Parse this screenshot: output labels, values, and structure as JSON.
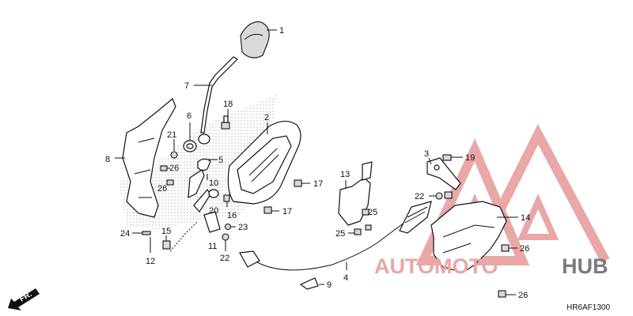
{
  "diagram": {
    "code": "HR6AF1300",
    "direction_label": "FR.",
    "callouts": [
      "1",
      "2",
      "3",
      "4",
      "5",
      "6",
      "7",
      "8",
      "9",
      "10",
      "11",
      "12",
      "13",
      "14",
      "15",
      "16",
      "17",
      "17",
      "18",
      "19",
      "20",
      "21",
      "22",
      "22",
      "23",
      "24",
      "25",
      "25",
      "26",
      "26",
      "26",
      "26"
    ]
  },
  "watermark": {
    "part1": "AUTOMOTO",
    "part2": "HUB",
    "color_red": "#e9a7a7",
    "color_gray": "#7b7b7b"
  }
}
